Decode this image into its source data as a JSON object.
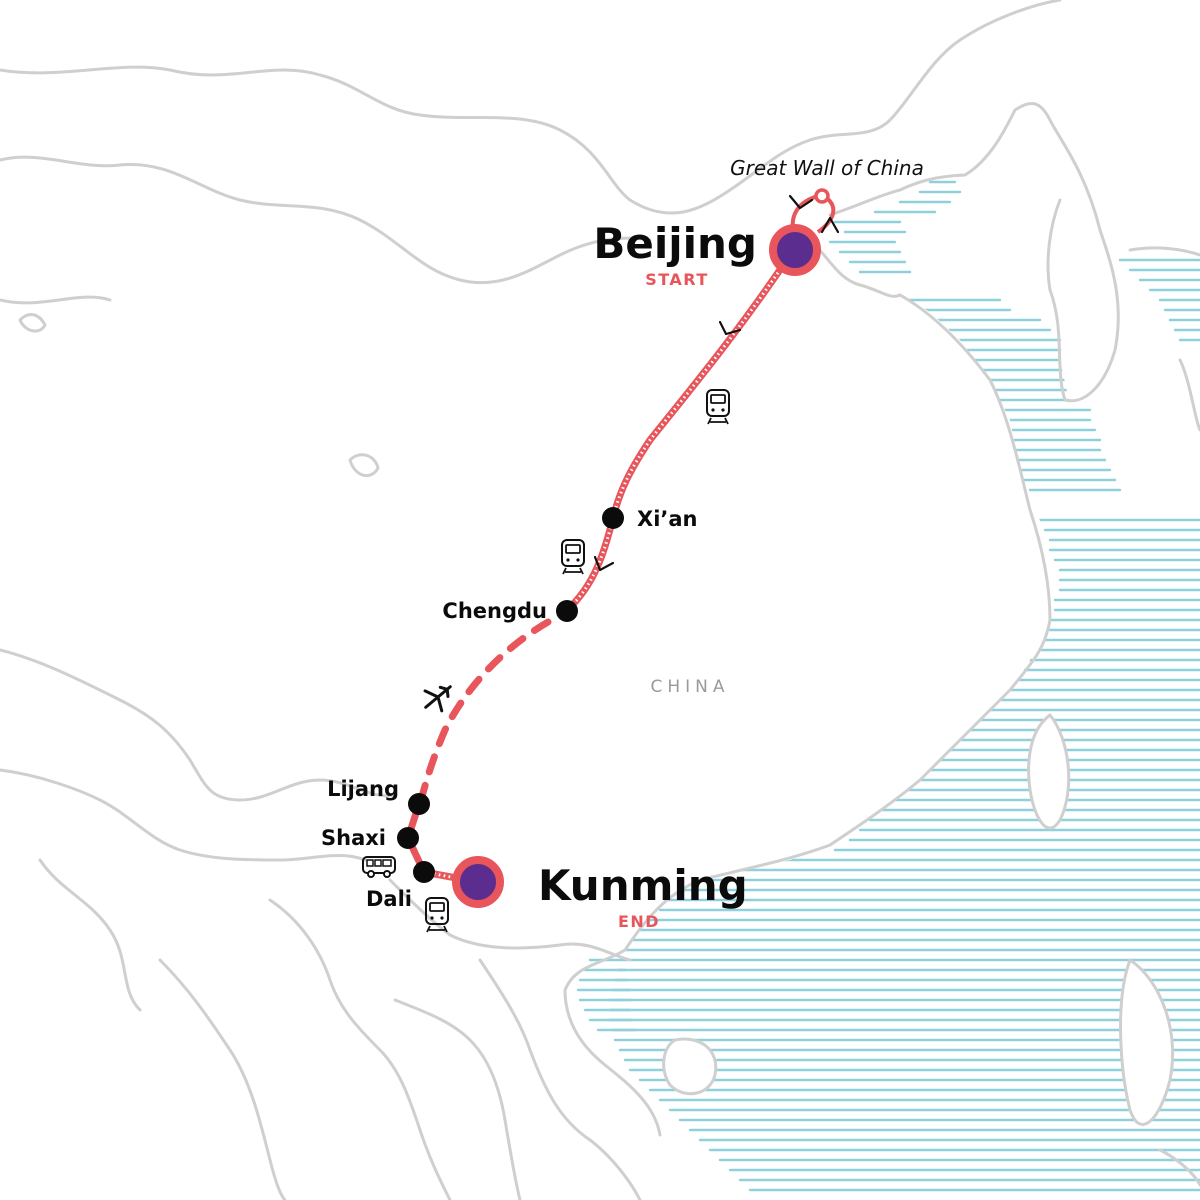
{
  "colors": {
    "route": "#e8555b",
    "stop": "#0b0b0b",
    "terminal_fill": "#5b2d8e",
    "terminal_ring": "#e8555b",
    "border": "#cfcfcf",
    "water": "#8fd0dd",
    "country_label": "#9a9a9a"
  },
  "map": {
    "country_label": "CHINA",
    "attraction_label": "Great Wall of China"
  },
  "stops": {
    "beijing": {
      "name": "Beijing",
      "tag": "START",
      "type": "terminal"
    },
    "xian": {
      "name": "Xi’an",
      "type": "stop"
    },
    "chengdu": {
      "name": "Chengdu",
      "type": "stop"
    },
    "lijang": {
      "name": "Lijang",
      "type": "stop"
    },
    "shaxi": {
      "name": "Shaxi",
      "type": "stop"
    },
    "dali": {
      "name": "Dali",
      "type": "stop"
    },
    "kunming": {
      "name": "Kunming",
      "tag": "END",
      "type": "terminal"
    }
  },
  "legs": [
    {
      "from": "Beijing",
      "to": "Xi’an",
      "mode": "train",
      "icon": "train-icon"
    },
    {
      "from": "Xi’an",
      "to": "Chengdu",
      "mode": "train",
      "icon": "train-icon"
    },
    {
      "from": "Chengdu",
      "to": "Lijang",
      "mode": "flight",
      "icon": "airplane-icon"
    },
    {
      "from": "Lijang",
      "to": "Dali",
      "mode": "bus",
      "icon": "bus-icon"
    },
    {
      "from": "Dali",
      "to": "Kunming",
      "mode": "train",
      "icon": "train-icon"
    }
  ]
}
